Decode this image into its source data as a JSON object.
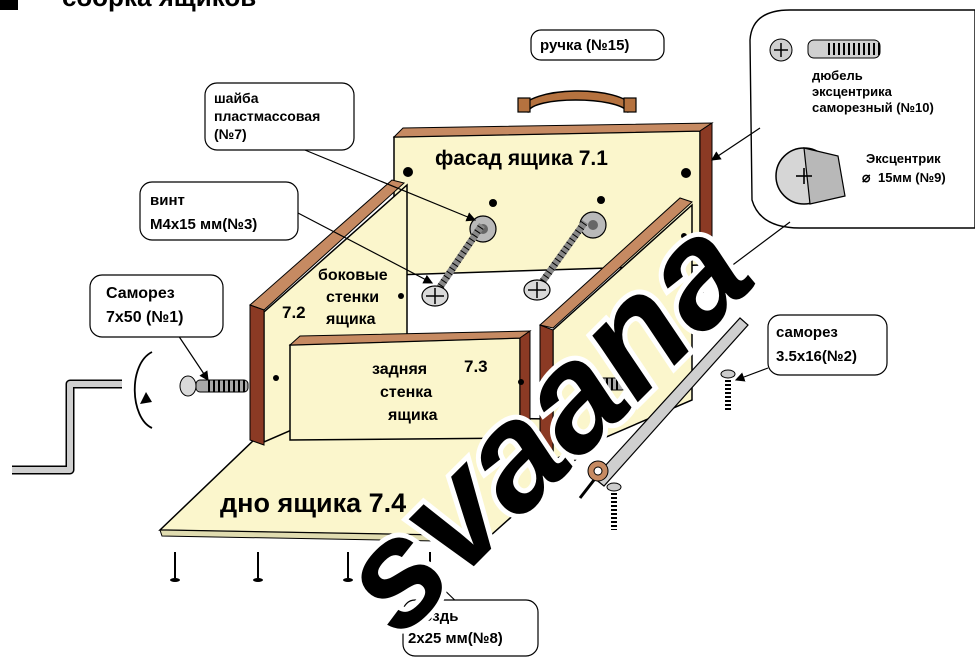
{
  "header": {
    "title": "сборка ящиков"
  },
  "labels": {
    "handle": "ручка (№15)",
    "washer": [
      "шайба",
      "пластмассовая",
      "(№7)"
    ],
    "screw_m4": [
      "винт",
      "М4х15 мм(№3)"
    ],
    "screw_7x50": [
      "Саморез",
      "7х50 (№1)"
    ],
    "dowel": [
      "дюбель",
      "эксцентрика",
      "саморезный (№10)"
    ],
    "eccentric": [
      "Эксцентрик",
      "15мм (№9)"
    ],
    "eccentric_diameter_symbol": "⌀",
    "screw_35x16": [
      "саморез",
      "3.5х16(№2)"
    ],
    "nail": [
      "гвоздь",
      "2х25 мм(№8)"
    ]
  },
  "parts": {
    "front": "фасад ящика 7.1",
    "side_left": "7.2",
    "side_right": "7.2",
    "side_walls": [
      "боковые",
      "стенки",
      "ящика"
    ],
    "back_number": "7.3",
    "back": [
      "задняя",
      "стенка",
      "ящика"
    ],
    "bottom": "дно ящика 7.4"
  },
  "watermark": "svaana",
  "colors": {
    "panel": "#fbf6cc",
    "edge": "#8b3a24",
    "watermark": "#000000",
    "metal": "#9a9a9a",
    "handle": "#b5723f"
  }
}
